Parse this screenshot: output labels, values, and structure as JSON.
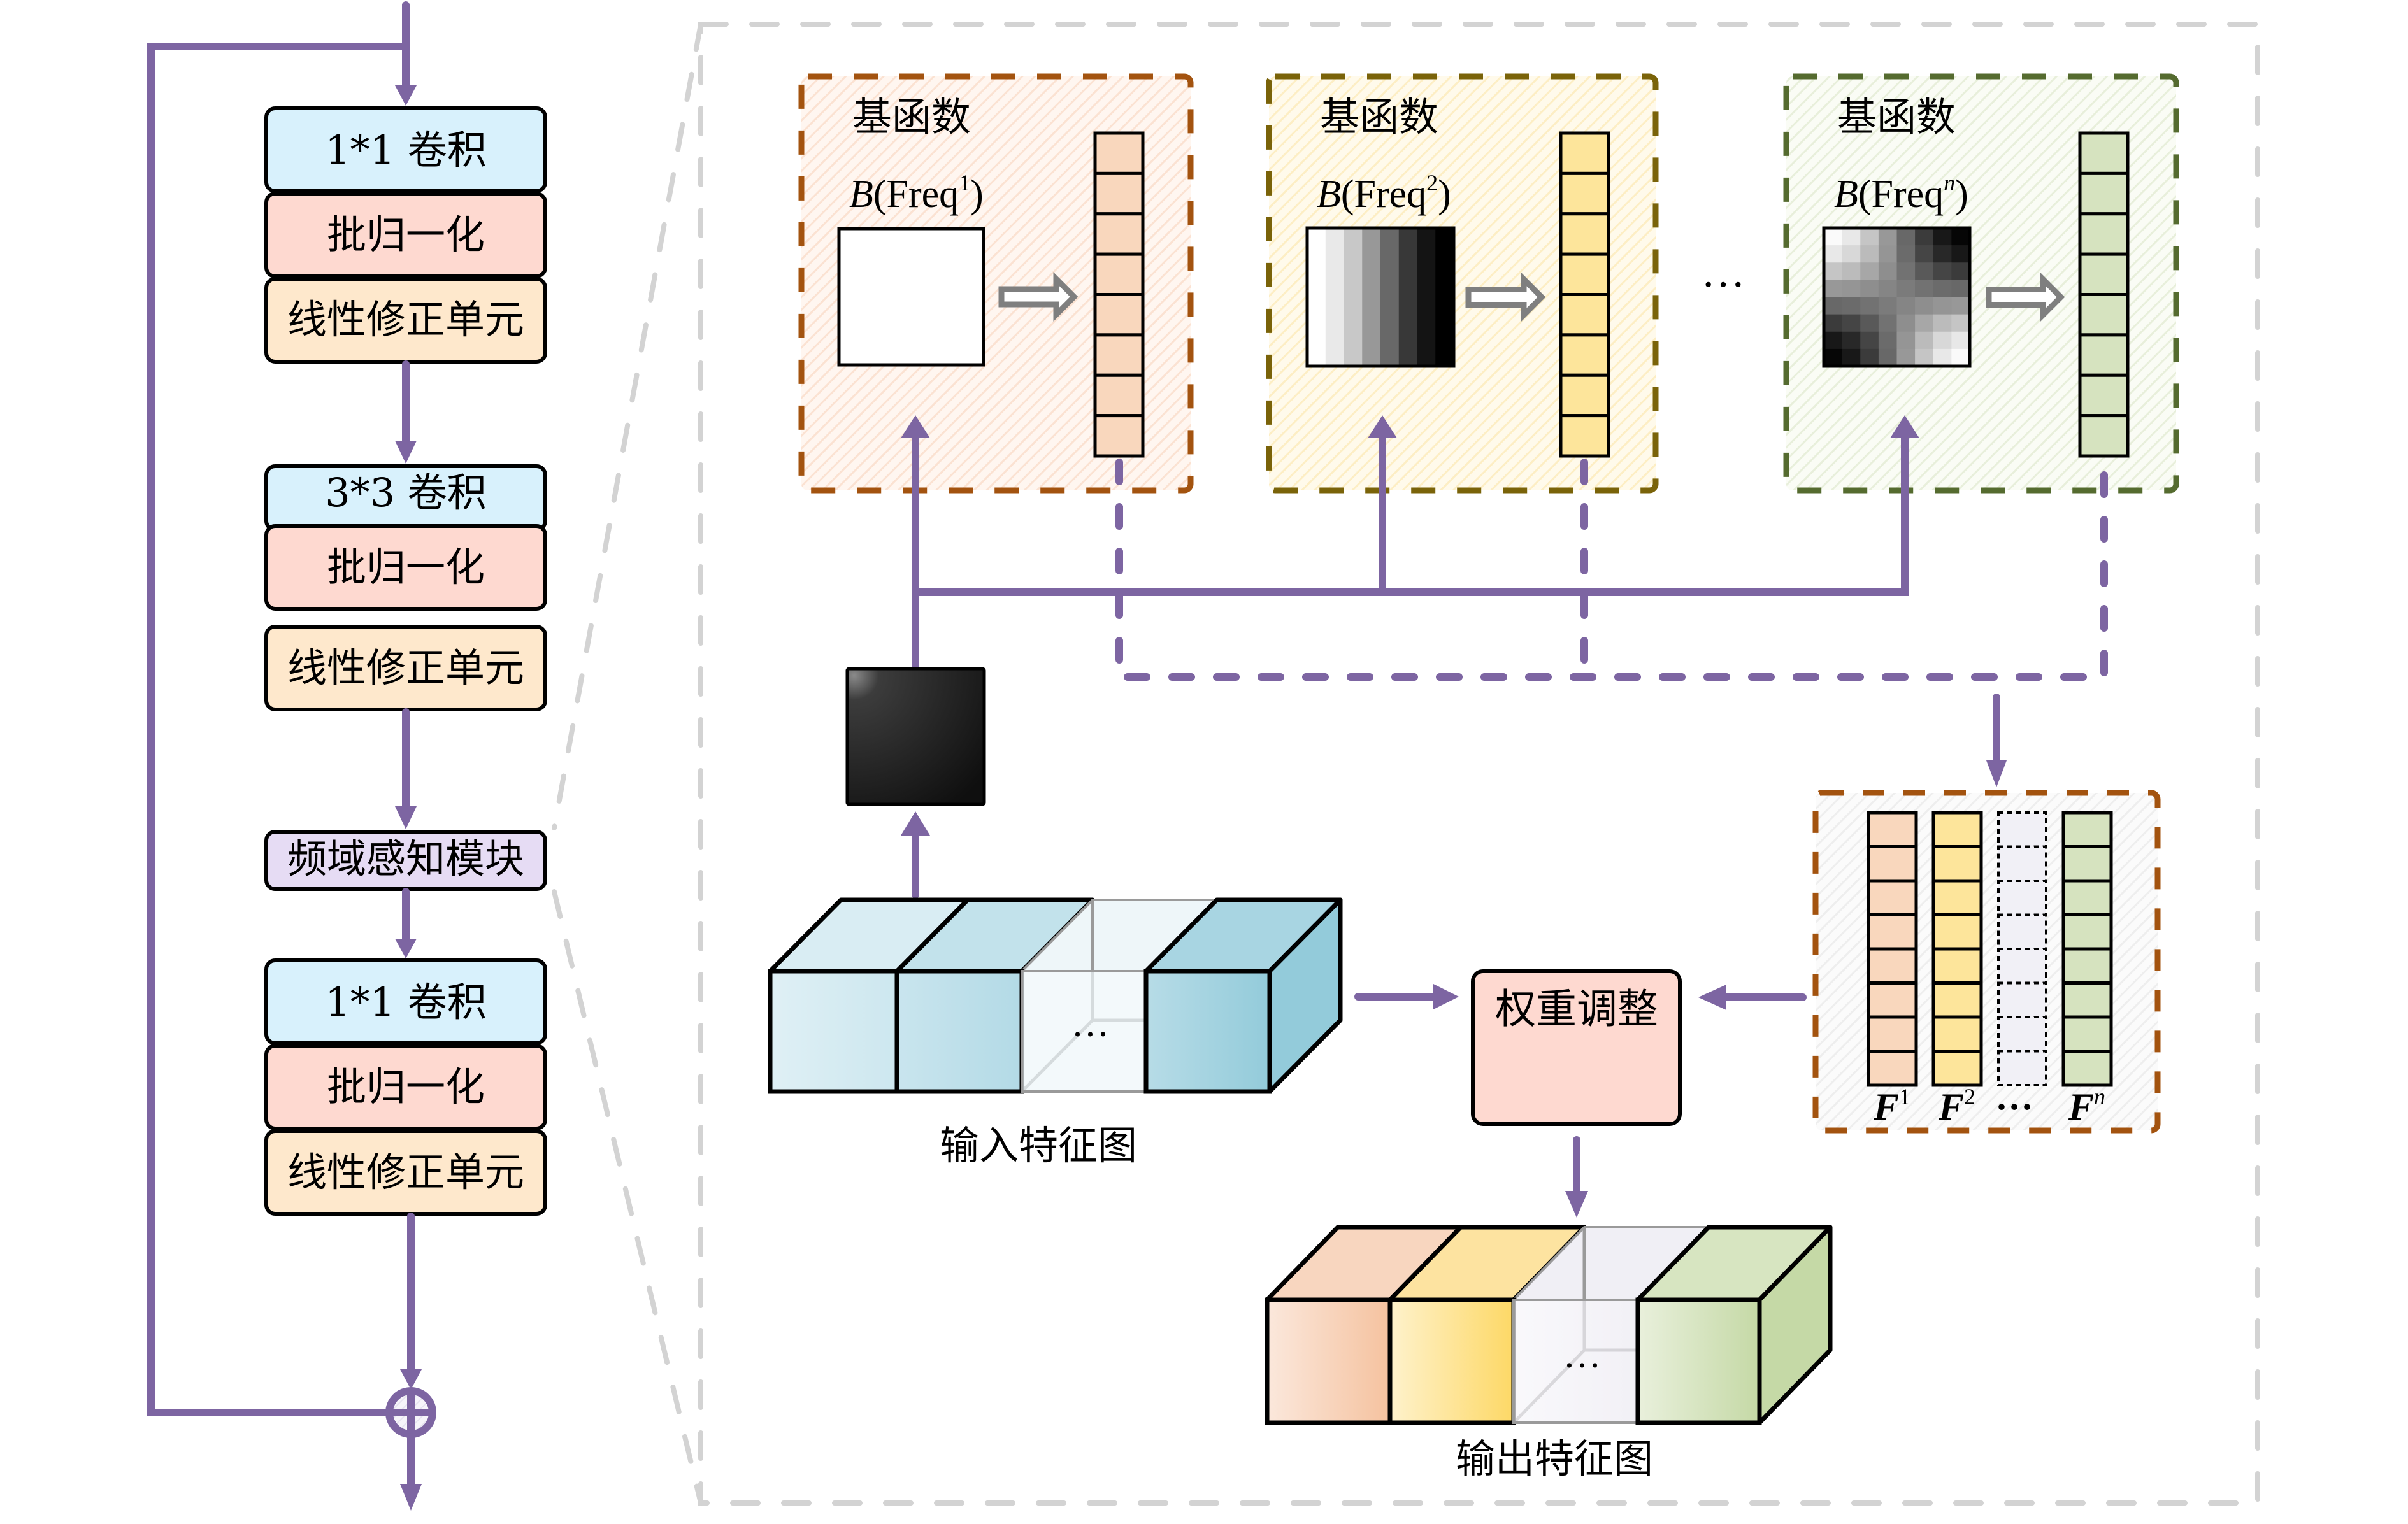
{
  "colors": {
    "flow": "#7d65a2",
    "conv": "#d8f1fc",
    "bn": "#fed9d0",
    "relu": "#fee8cc",
    "fam": "#e6dcf4",
    "freq1_border": "#a3530f",
    "freq2_border": "#7a6309",
    "freqn_border": "#556b2f",
    "vec1": "#f9d7bd",
    "vec2": "#fde59b",
    "vecn": "#d6e3bf",
    "weight_box": "#fed9d0"
  },
  "left_column": {
    "block1": {
      "conv": "1*1 卷积",
      "bn": "批归一化",
      "relu": "线性修正单元"
    },
    "block2": {
      "conv": "3*3 卷积",
      "bn": "批归一化",
      "relu": "线性修正单元"
    },
    "fam": "频域感知模块",
    "block3": {
      "conv": "1*1 卷积",
      "bn": "批归一化",
      "relu": "线性修正单元"
    },
    "sum_symbol": "+"
  },
  "basis_panels": [
    {
      "title": "基函数",
      "formula_base": "B(Freq",
      "formula_sup": "1",
      "formula_close": ")",
      "pattern": "constant",
      "vector_cells": 8
    },
    {
      "title": "基函数",
      "formula_base": "B(Freq",
      "formula_sup": "2",
      "formula_close": ")",
      "pattern": "horizontal-gradient",
      "vector_cells": 8
    },
    {
      "title": "基函数",
      "formula_base": "B(Freq",
      "formula_sup": "n",
      "formula_close": ")",
      "pattern": "checker-gradient",
      "vector_cells": 8
    }
  ],
  "panel_ellipsis": "···",
  "input_feature_map": {
    "label": "输入特征图",
    "ellipsis": "···"
  },
  "output_feature_map": {
    "label": "输出特征图",
    "ellipsis": "···"
  },
  "weight_adjust": {
    "label": "权重调整"
  },
  "frequency_vectors": {
    "labels": [
      {
        "base": "F",
        "sup": "1"
      },
      {
        "base": "F",
        "sup": "2"
      },
      {
        "base": "···",
        "sup": ""
      },
      {
        "base": "F",
        "sup": "n"
      }
    ],
    "cells": 8
  }
}
